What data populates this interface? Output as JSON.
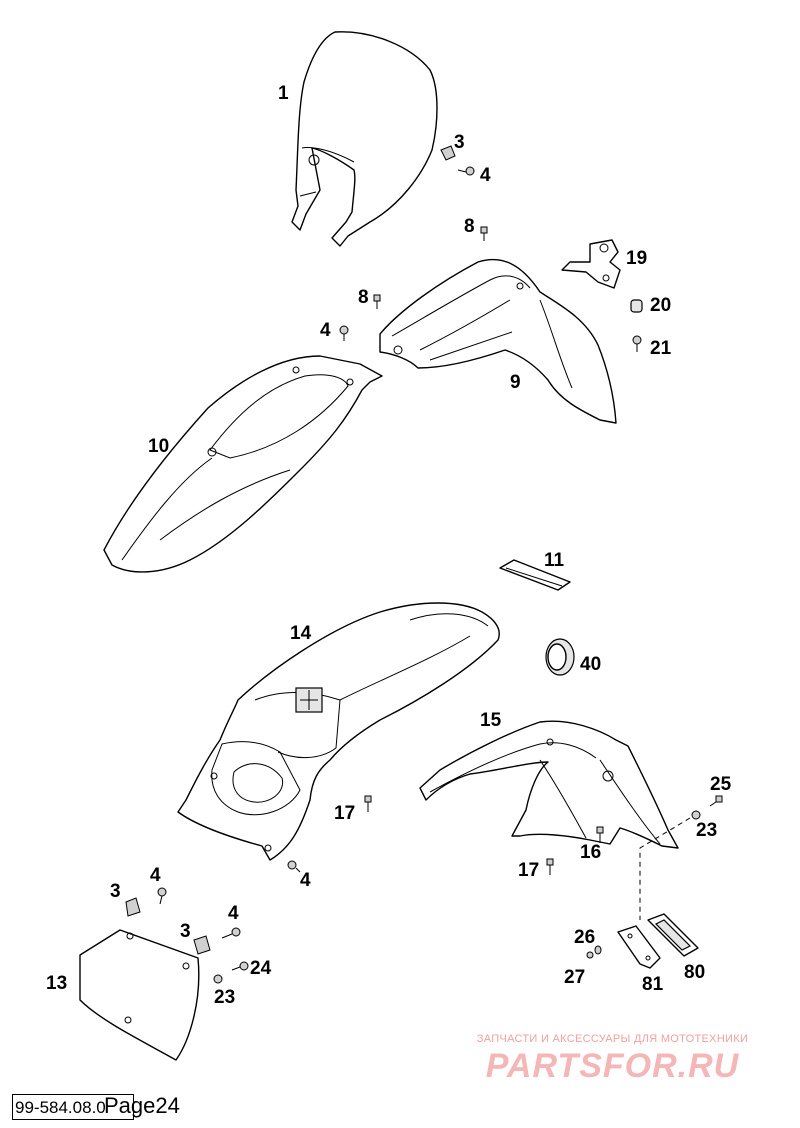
{
  "callouts": {
    "c1": "1",
    "c3a": "3",
    "c4a": "4",
    "c8a": "8",
    "c19": "19",
    "c8b": "8",
    "c20": "20",
    "c4b": "4",
    "c21": "21",
    "c9": "9",
    "c10": "10",
    "c11": "11",
    "c14": "14",
    "c40": "40",
    "c15": "15",
    "c25": "25",
    "c17a": "17",
    "c23a": "23",
    "c16": "16",
    "c17b": "17",
    "c4c": "4",
    "c3b": "3",
    "c4d": "4",
    "c4e": "4",
    "c3c": "3",
    "c26": "26",
    "c80": "80",
    "c24": "24",
    "c13": "13",
    "c27": "27",
    "c81": "81",
    "c23b": "23"
  },
  "watermark": {
    "caption": "ЗАПЧАСТИ И АКСЕССУАРЫ ДЛЯ МОТОТЕХНИКИ",
    "logo": "PARTSFOR.RU"
  },
  "footer": {
    "drawing_code": "99-584.08.0",
    "page_label": "Page24"
  }
}
